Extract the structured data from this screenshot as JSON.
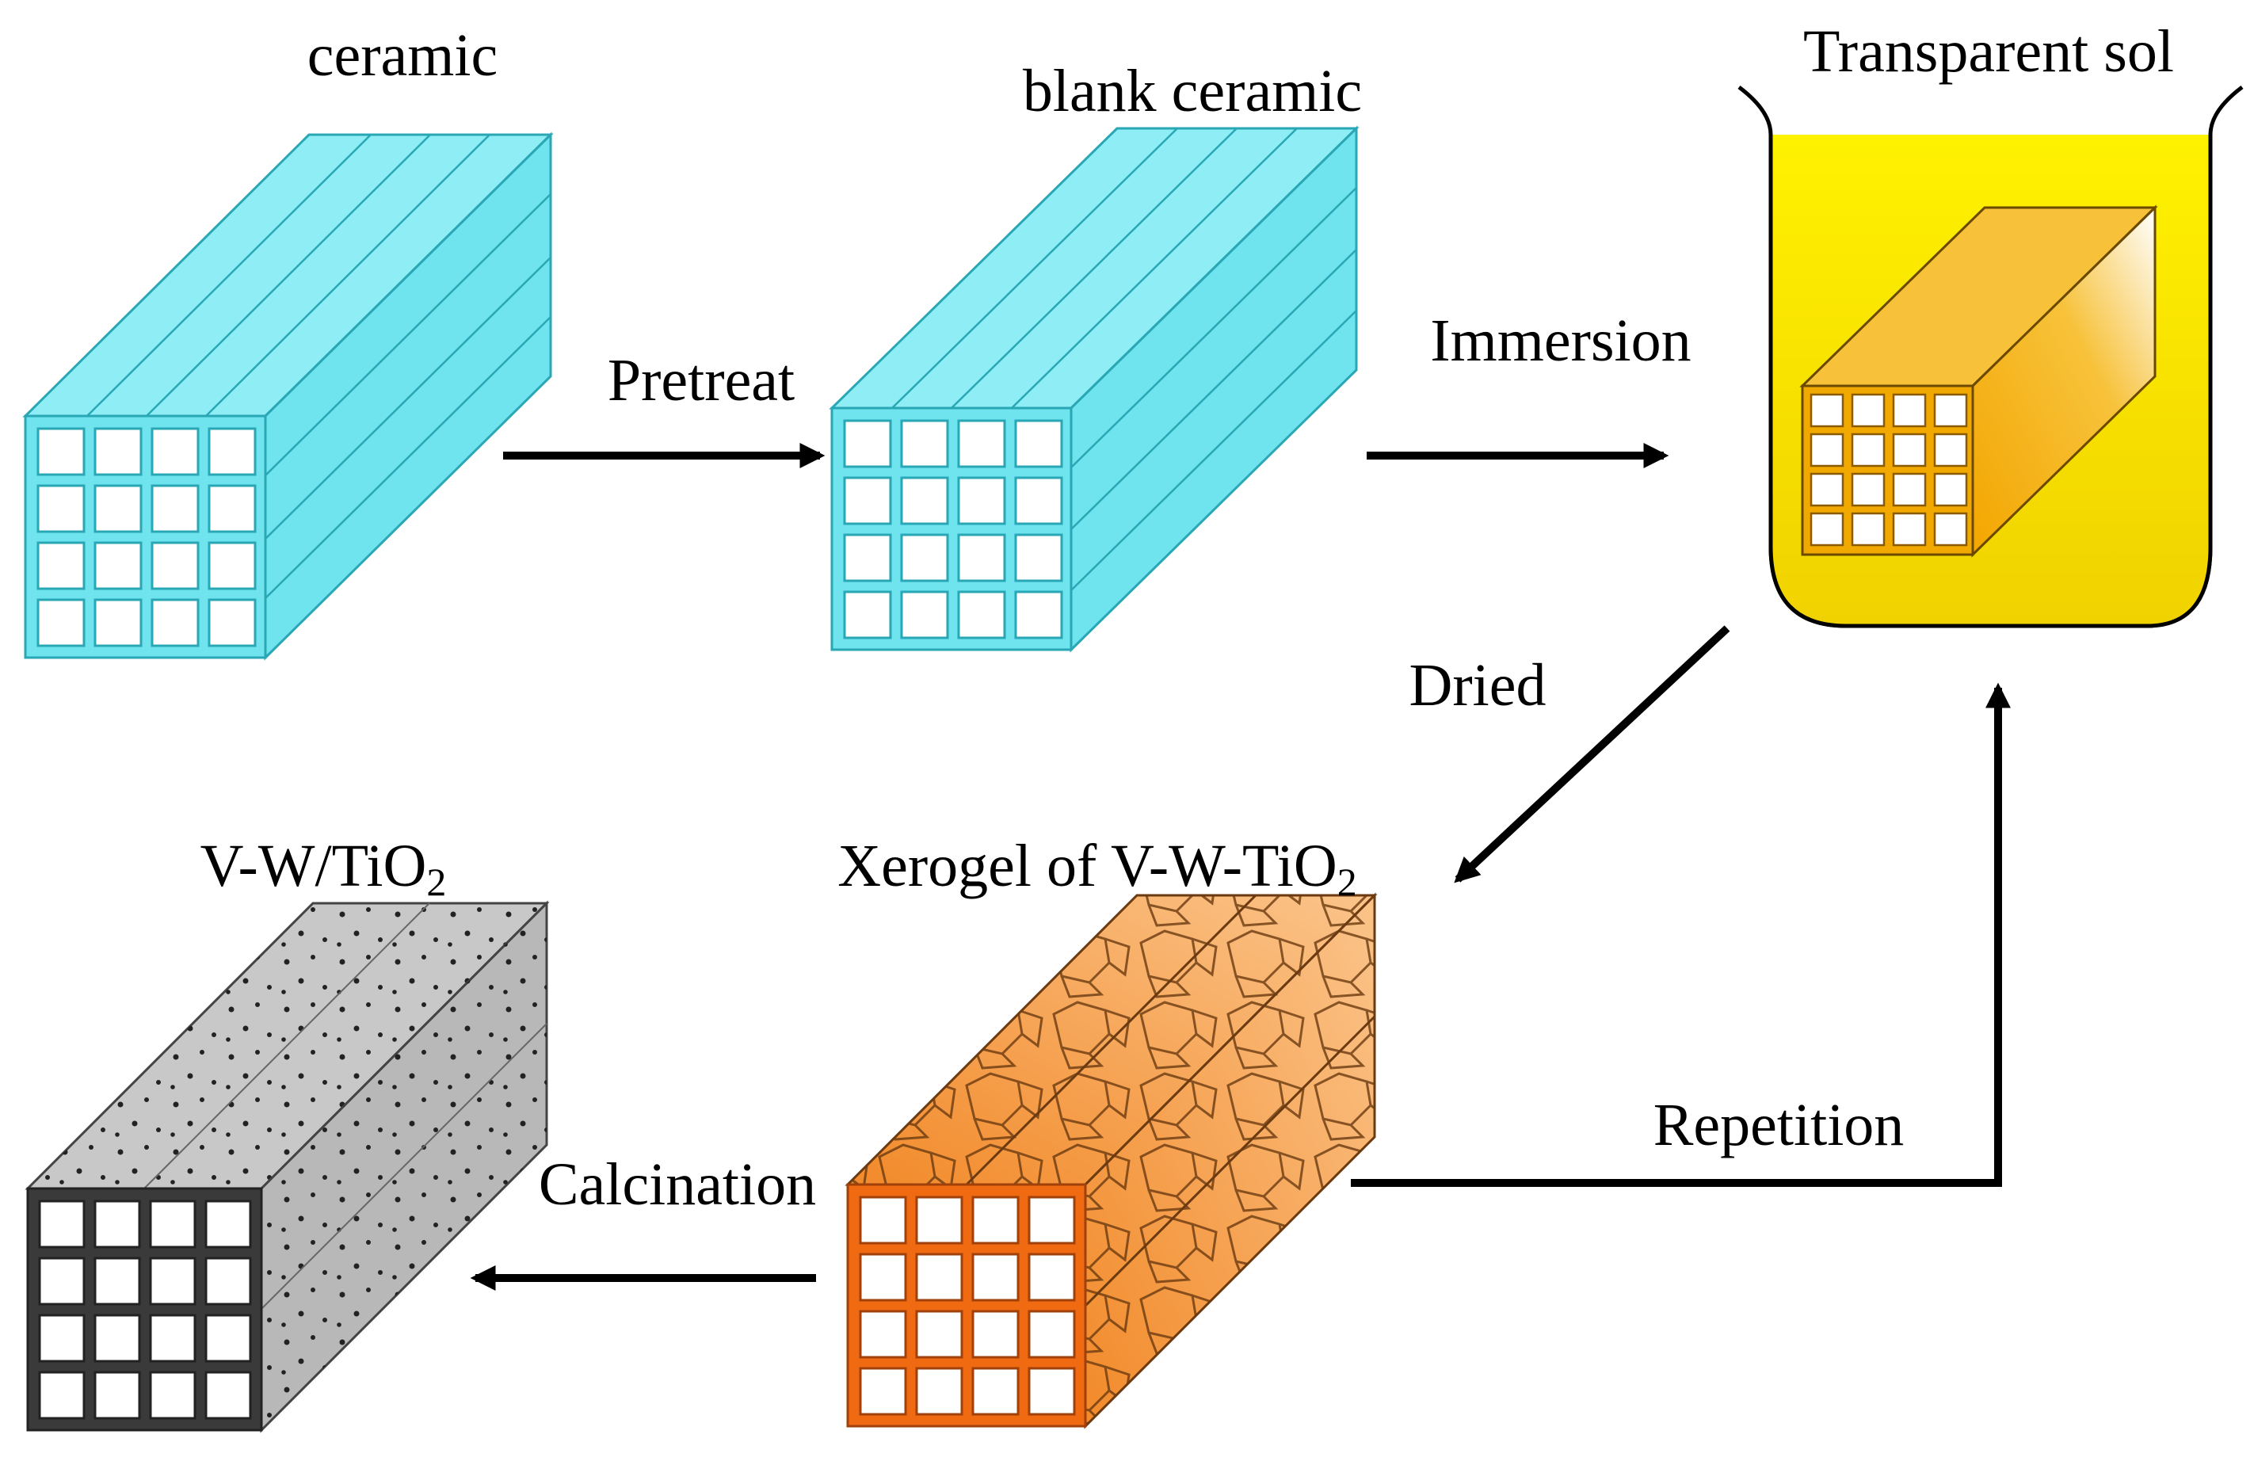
{
  "labels": {
    "ceramic": "ceramic",
    "blank_ceramic": "blank ceramic",
    "transparent_sol": "Transparent sol",
    "pretreat": "Pretreat",
    "immersion": "Immersion",
    "dried": "Dried",
    "xerogel_prefix": "Xerogel of V-W-TiO",
    "xerogel_sub": "2",
    "vw_prefix": "V-W/TiO",
    "vw_sub": "2",
    "calcination": "Calcination",
    "repetition": "Repetition"
  },
  "colors": {
    "ceramic_front": "#ffffff",
    "ceramic_side": "#6fe3ee",
    "ceramic_top": "#8feef5",
    "sol": "#f8e400",
    "sol_block": "#f1a900",
    "xerogel": "#f6a855",
    "xerogel_frame": "#ef6a10",
    "catalyst": "#c4c4c4",
    "arrow": "#000000"
  }
}
